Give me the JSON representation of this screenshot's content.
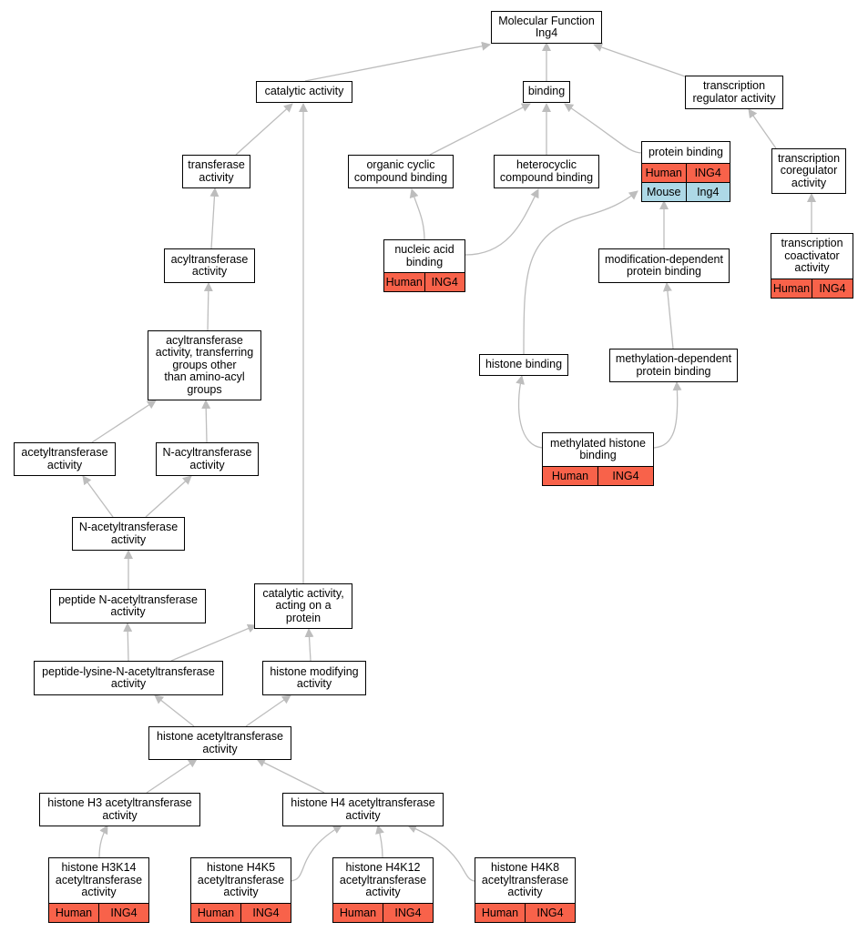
{
  "colors": {
    "human": "#f8624a",
    "mouse": "#add8e6",
    "edge": "#bdbdbd"
  },
  "nodes": {
    "root": {
      "label": "Molecular Function\nIng4"
    },
    "catalytic": {
      "label": "catalytic activity"
    },
    "binding": {
      "label": "binding"
    },
    "tra": {
      "label": "transcription\nregulator activity"
    },
    "transferase": {
      "label": "transferase\nactivity"
    },
    "ocb": {
      "label": "organic cyclic\ncompound binding"
    },
    "hcb": {
      "label": "heterocyclic\ncompound binding"
    },
    "pb": {
      "label": "protein binding",
      "rows": [
        [
          "Human",
          "ING4"
        ],
        [
          "Mouse",
          "Ing4"
        ]
      ]
    },
    "tcoreg": {
      "label": "transcription\ncoregulator\nactivity"
    },
    "nab": {
      "label": "nucleic acid\nbinding",
      "rows": [
        [
          "Human",
          "ING4"
        ]
      ]
    },
    "tcoact": {
      "label": "transcription\ncoactivator\nactivity",
      "rows": [
        [
          "Human",
          "ING4"
        ]
      ]
    },
    "acyl": {
      "label": "acyltransferase\nactivity"
    },
    "moddep": {
      "label": "modification-dependent\nprotein binding"
    },
    "acylother": {
      "label": "acyltransferase\nactivity, transferring\ngroups other\nthan amino-acyl\ngroups"
    },
    "hb": {
      "label": "histone binding"
    },
    "methdep": {
      "label": "methylation-dependent\nprotein binding"
    },
    "mhb": {
      "label": "methylated histone\nbinding",
      "rows": [
        [
          "Human",
          "ING4"
        ]
      ]
    },
    "acetyl": {
      "label": "acetyltransferase\nactivity"
    },
    "nacyl": {
      "label": "N-acyltransferase\nactivity"
    },
    "nacetyl": {
      "label": "N-acetyltransferase\nactivity"
    },
    "pepnacetyl": {
      "label": "peptide N-acetyltransferase\nactivity"
    },
    "catprot": {
      "label": "catalytic activity,\nacting on a\nprotein"
    },
    "peplys": {
      "label": "peptide-lysine-N-acetyltransferase\nactivity"
    },
    "hmod": {
      "label": "histone modifying\nactivity"
    },
    "hat": {
      "label": "histone acetyltransferase\nactivity"
    },
    "h3": {
      "label": "histone H3 acetyltransferase\nactivity"
    },
    "h4": {
      "label": "histone H4 acetyltransferase\nactivity"
    },
    "h3k14": {
      "label": "histone H3K14\nacetyltransferase\nactivity",
      "rows": [
        [
          "Human",
          "ING4"
        ]
      ]
    },
    "h4k5": {
      "label": "histone H4K5\nacetyltransferase\nactivity",
      "rows": [
        [
          "Human",
          "ING4"
        ]
      ]
    },
    "h4k12": {
      "label": "histone H4K12\nacetyltransferase\nactivity",
      "rows": [
        [
          "Human",
          "ING4"
        ]
      ]
    },
    "h4k8": {
      "label": "histone H4K8\nacetyltransferase\nactivity",
      "rows": [
        [
          "Human",
          "ING4"
        ]
      ]
    }
  }
}
